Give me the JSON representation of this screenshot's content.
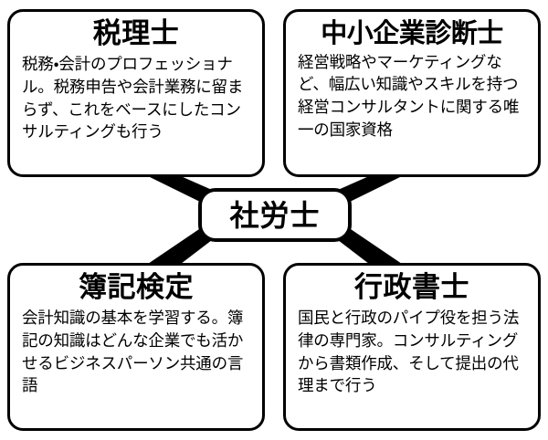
{
  "diagram": {
    "type": "hub-and-spoke",
    "background_color": "#ffffff",
    "line_color": "#000000",
    "center": {
      "label": "社労士",
      "icon": "rounded-rect-node"
    },
    "nodes": [
      {
        "position": "top-left",
        "title": "税理士",
        "body": "税務・会計のプロフェッショナル。税務申告や会計業務に留まらず、これをベースにしたコンサルティングも行う"
      },
      {
        "position": "top-right",
        "title": "中小企業診断士",
        "body": "経営戦略やマーケティングなど、幅広い知識やスキルを持つ経営コンサルタントに関する唯一の国家資格"
      },
      {
        "position": "bottom-left",
        "title": "簿記検定",
        "body": "会計知識の基本を学習する。簿記の知識はどんな企業でも活かせるビジネスパーソン共通の言語"
      },
      {
        "position": "bottom-right",
        "title": "行政書士",
        "body": "国民と行政のパイプ役を担う法律の専門家。コンサルティングから書類作成、そして提出の代理まで行う"
      }
    ],
    "connectors": [
      {
        "from": "center",
        "to": "top-left",
        "style": "tapered-line"
      },
      {
        "from": "center",
        "to": "top-right",
        "style": "tapered-line"
      },
      {
        "from": "center",
        "to": "bottom-left",
        "style": "tapered-line"
      },
      {
        "from": "center",
        "to": "bottom-right",
        "style": "tapered-line"
      }
    ]
  }
}
